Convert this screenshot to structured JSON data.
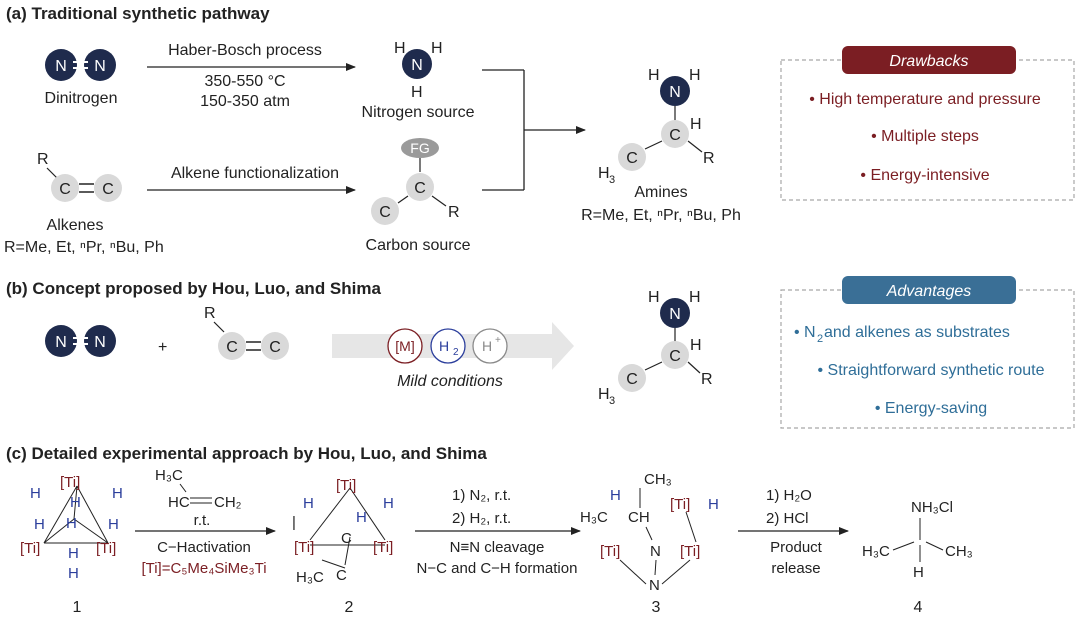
{
  "a": {
    "heading": "(a) Traditional synthetic pathway",
    "n_atom": "N",
    "c_atom": "C",
    "h_atom": "H",
    "r_group": "R",
    "fg_label": "FG",
    "dinitrogen": "Dinitrogen",
    "haber": "Haber-Bosch process",
    "temp": "350-550 °C",
    "pressure": "150-350 atm",
    "nitrogen_source": "Nitrogen source",
    "alkenes": "Alkenes",
    "alkenes_r": "R=Me, Et, ⁿPr, ⁿBu, Ph",
    "alkene_func": "Alkene functionalization",
    "carbon_source": "Carbon source",
    "amines": "Amines",
    "amines_r": "R=Me, Et, ⁿPr, ⁿBu, Ph",
    "h3": "H",
    "h3_sub": "3"
  },
  "drawbacks": {
    "title": "Drawbacks",
    "items": [
      "• High temperature and pressure",
      "• Multiple steps",
      "• Energy-intensive"
    ]
  },
  "b": {
    "heading": "(b) Concept proposed by Hou, Luo, and Shima",
    "plus": "+",
    "m": "[M]",
    "h2": "H",
    "h2_sub": "2",
    "hplus": "H",
    "hplus_sup": "+",
    "mild": "Mild conditions"
  },
  "advantages": {
    "title": "Advantages",
    "item1_pre": "• N",
    "item1_sub": "2",
    "item1_post": " and alkenes as substrates",
    "item2": "• Straightforward synthetic route",
    "item3": "• Energy-saving"
  },
  "c": {
    "heading": "(c) Detailed experimental approach by Hou, Luo, and Shima",
    "ti": "[Ti]",
    "h": "H",
    "step1_h3c": "H₃C",
    "step1_hc": "HC",
    "step1_ch2": "CH₂",
    "step1_rt": "r.t.",
    "step1_ch": "C−Hactivation",
    "ti_def": "[Ti]=C₅Me₄SiMe₃Ti",
    "step2_n2": "1) N₂, r.t.",
    "step2_h2": "2) H₂, r.t.",
    "step2_nn": "N≡N cleavage",
    "step2_nc": "N−C and C−H formation",
    "step3_h2o": "1) H₂O",
    "step3_hcl": "2) HCl",
    "step3_prod": "Product",
    "step3_rel": "release",
    "c2_c": "C",
    "c2_h3c": "H₃C",
    "c3_ch3": "CH₃",
    "c3_h3c": "H₃C",
    "c3_ch": "CH",
    "c3_n": "N",
    "p4_nh3cl": "NH₃Cl",
    "p4_h3c": "H₃C",
    "p4_ch3": "CH₃",
    "p4_h": "H",
    "labels": [
      "1",
      "2",
      "3",
      "4"
    ]
  },
  "colors": {
    "navy": "#1f2b4d",
    "grey_atom": "#d9d9d9",
    "drawback_red": "#7b1e23",
    "advantage_blue": "#3a6f96",
    "ti_red": "#7b1e23",
    "h_blue": "#2b3e9c"
  }
}
